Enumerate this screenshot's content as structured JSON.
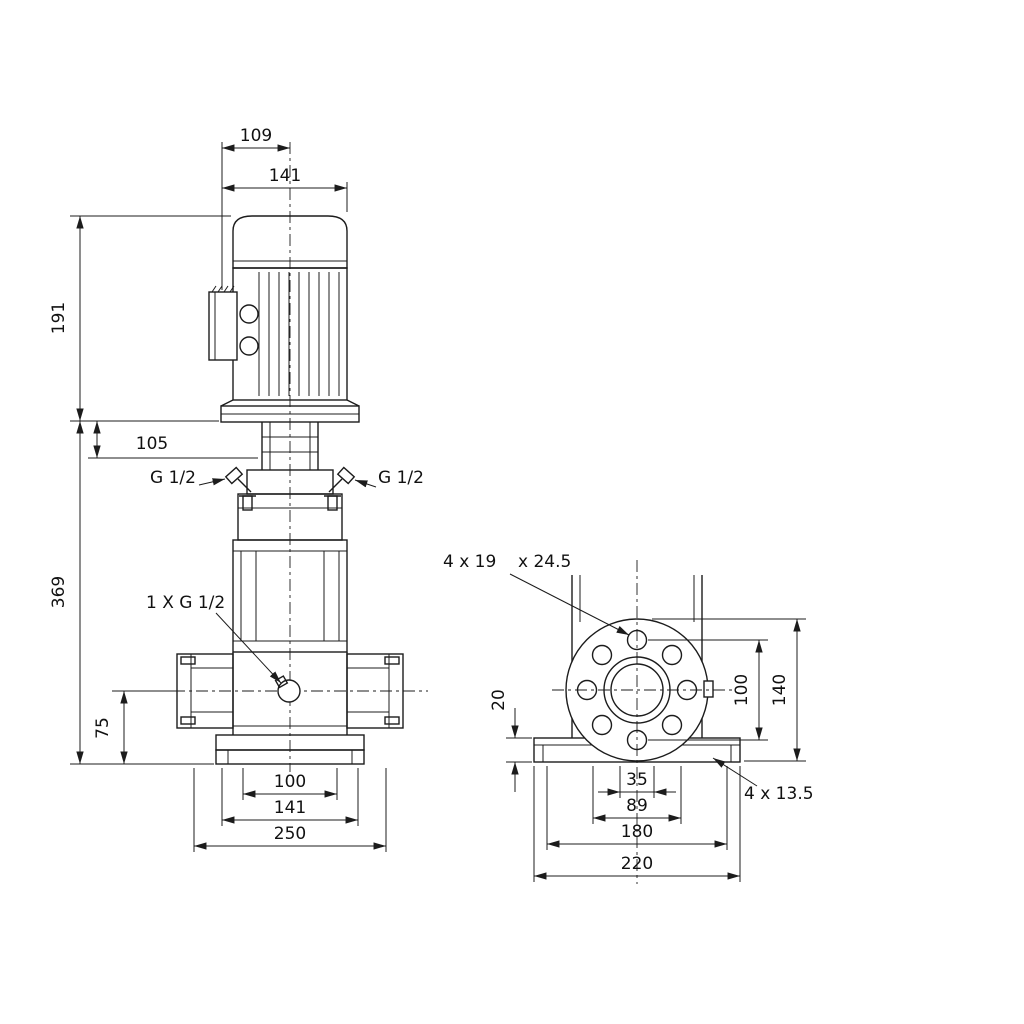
{
  "views": {
    "front": {
      "dims": {
        "motor_cap_width": "109",
        "motor_width": "141",
        "motor_height": "191",
        "head_offset": "105",
        "pump_height": "369",
        "port_left": "G 1/2",
        "port_right": "G 1/2",
        "drain_port": "1 X G 1/2",
        "port_centerline_height": "75",
        "port_width": "100",
        "base_bolt_width": "141",
        "base_width": "250"
      }
    },
    "side": {
      "dims": {
        "flange_holes": "4 x 19",
        "flange_holes_counterbore": "x 24.5",
        "base_thickness": "20",
        "bolt_circle": "100",
        "flange_od": "140",
        "base_hole_offset": "35",
        "base_hole_span": "89",
        "base_bolt_length": "180",
        "base_length": "220",
        "base_holes": "4 x 13.5"
      }
    }
  }
}
